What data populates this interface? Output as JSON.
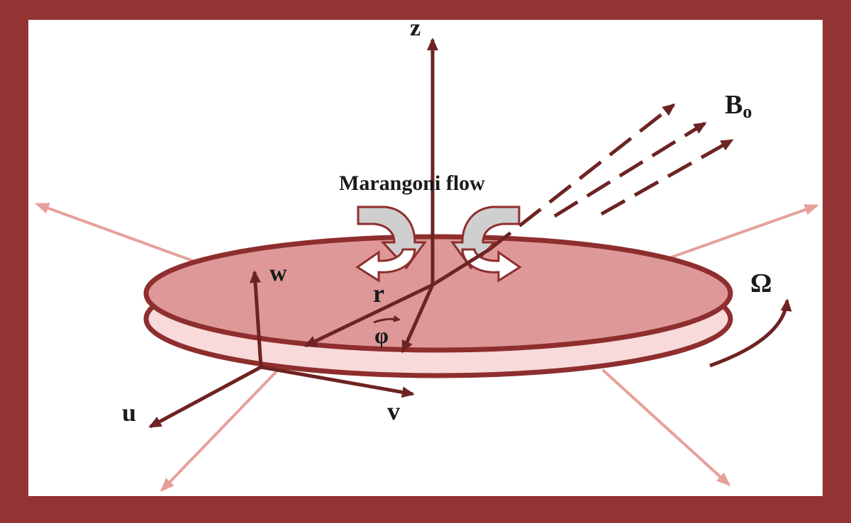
{
  "diagram": {
    "labels": {
      "z": "z",
      "b0_main": "B",
      "b0_sub": "o",
      "marangoni": "Marangoni flow",
      "w": "w",
      "r": "r",
      "phi": "φ",
      "omega": "Ω",
      "u": "u",
      "v": "v"
    },
    "colors": {
      "frame": "#933333",
      "disk_top": "#de9898",
      "disk_side": "#f8dada",
      "disk_stroke": "#8e2e2e",
      "axis": "#6e2323",
      "radial_arrows": "#e6a09b",
      "flow_arrow_fill": "#cfcfcf",
      "text": "#1a1a1a"
    }
  }
}
